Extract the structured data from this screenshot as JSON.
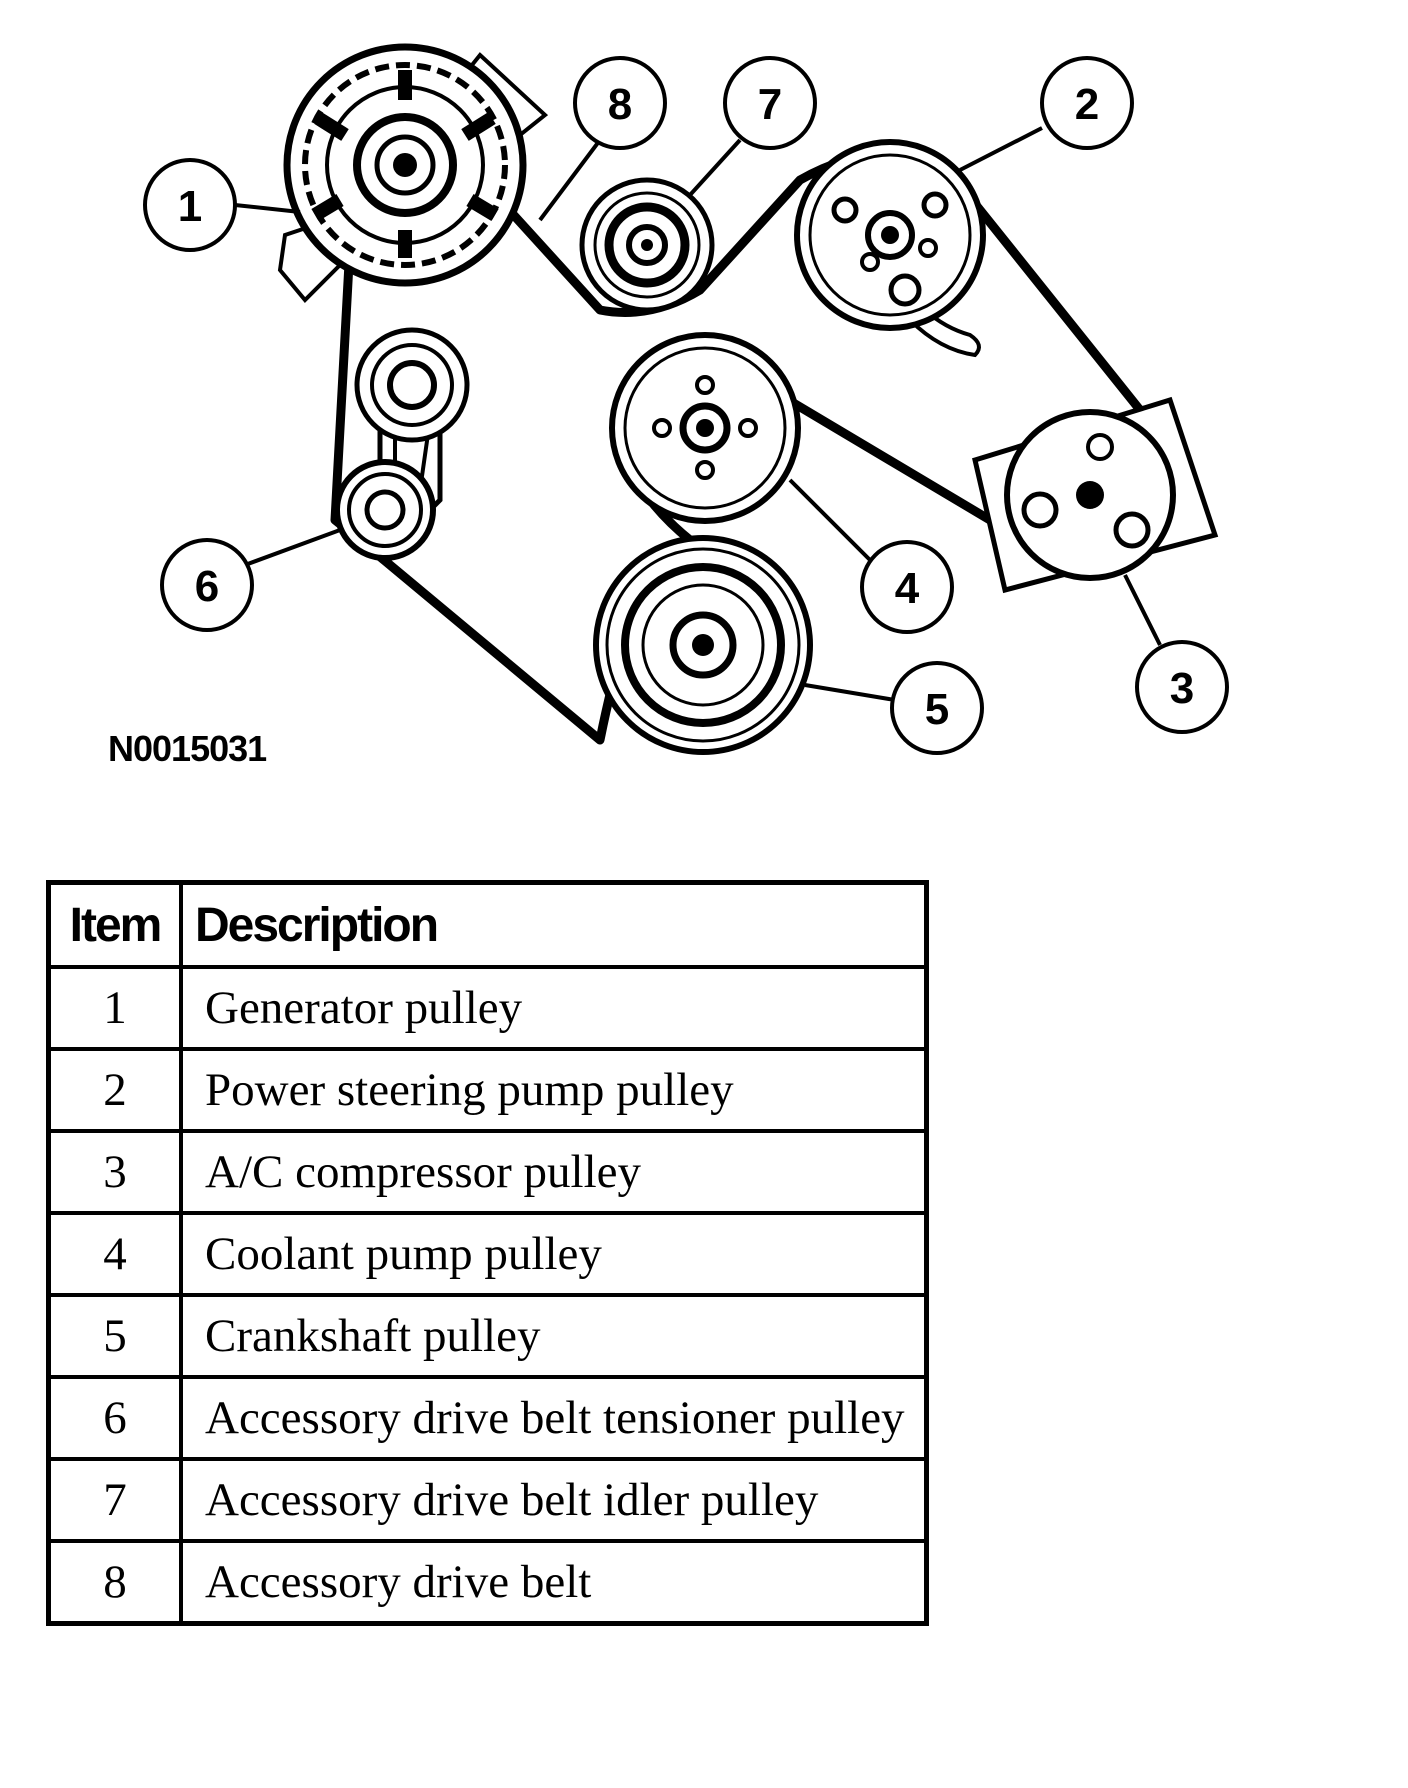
{
  "figure_code": "N0015031",
  "callouts": [
    "1",
    "2",
    "3",
    "4",
    "5",
    "6",
    "7",
    "8"
  ],
  "table": {
    "headers": {
      "item": "Item",
      "description": "Description"
    },
    "rows": [
      {
        "item": "1",
        "description": "Generator pulley"
      },
      {
        "item": "2",
        "description": "Power steering pump pulley"
      },
      {
        "item": "3",
        "description": "A/C compressor pulley"
      },
      {
        "item": "4",
        "description": "Coolant pump pulley"
      },
      {
        "item": "5",
        "description": "Crankshaft pulley"
      },
      {
        "item": "6",
        "description": "Accessory drive belt tensioner pulley"
      },
      {
        "item": "7",
        "description": "Accessory drive belt idler pulley"
      },
      {
        "item": "8",
        "description": "Accessory drive belt"
      }
    ]
  }
}
